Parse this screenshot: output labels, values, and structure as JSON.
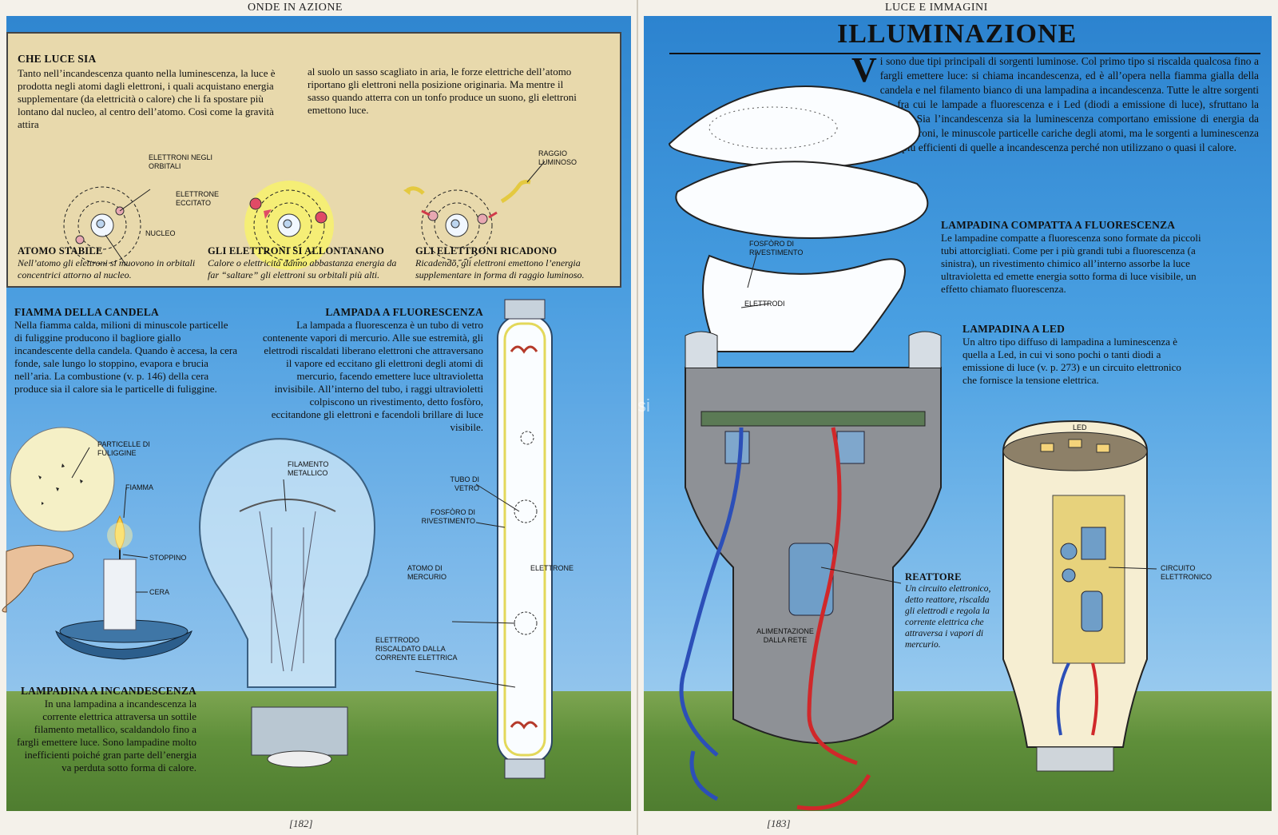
{
  "left_page": {
    "running_head": "ONDE IN AZIONE",
    "page_number": "[182]",
    "box": {
      "heading": "CHE LUCE SIA",
      "col1": "Tanto nell’incandescenza quanto nella luminescenza, la luce è prodotta negli atomi dagli elettroni, i quali acquistano energia supplementare (da elettricità o calore) che li fa spostare più lontano dal nucleo, al centro dell’atomo. Così come la gravità attira",
      "col2": "al suolo un sasso scagliato in aria, le forze elettriche dell’atomo riportano gli elettroni nella posizione originaria. Ma mentre il sasso quando atterra con un tonfo produce un suono, gli elettroni emettono luce.",
      "labels": {
        "elettroni": "ELETTRONI NEGLI ORBITALI",
        "nucleo": "NUCLEO",
        "eccitato": "ELETTRONE ECCITATO",
        "raggio": "RAGGIO LUMINOSO"
      },
      "captions": [
        {
          "title": "ATOMO STABILE",
          "text": "Nell’atomo gli elettroni si muovono in orbitali concentrici attorno al nucleo."
        },
        {
          "title": "GLI ELETTRONI SI ALLONTANANO",
          "text": "Calore o elettricità danno abbastanza energia da far “saltare” gli elettroni su orbitali più alti."
        },
        {
          "title": "GLI ELETTRONI RICADONO",
          "text": "Ricadendo, gli elettroni emettono l’energia supplementare in forma di raggio luminoso."
        }
      ]
    },
    "candle": {
      "heading": "FIAMMA DELLA CANDELA",
      "text": "Nella fiamma calda, milioni di minuscole particelle di fuliggine producono il bagliore giallo incandescente della candela. Quando è accesa, la cera fonde, sale lungo lo stoppino, evapora e brucia nell’aria. La combustione (v. p. 146) della cera produce sia il calore sia le particelle di fuliggine.",
      "labels": {
        "particelle": "PARTICELLE DI FULIGGINE",
        "fiamma": "FIAMMA",
        "stoppino": "STOPPINO",
        "cera": "CERA"
      }
    },
    "fluorescent": {
      "heading": "LAMPADA A FLUORESCENZA",
      "text": "La lampada a fluorescenza è un tubo di vetro contenente vapori di mercurio. Alle sue estremità, gli elettrodi riscaldati liberano elettroni che attraversano il vapore ed eccitano gli elettroni degli atomi di mercurio, facendo emettere luce ultravioletta invisibile. All’interno del tubo, i raggi ultravioletti colpiscono un rivestimento, detto fosfòro, eccitandone gli elettroni e facendoli brillare di luce visibile.",
      "labels": {
        "tubo": "TUBO DI VETRO",
        "fosforo": "FOSFÒRO DI RIVESTIMENTO",
        "elettrone": "ELETTRONE",
        "atomo": "ATOMO DI MERCURIO",
        "elettrodo": "ELETTRODO RISCALDATO DALLA CORRENTE ELETTRICA"
      }
    },
    "bulb": {
      "label_filamento": "FILAMENTO METALLICO",
      "heading": "LAMPADINA A INCANDESCENZA",
      "text": "In una lampadina a incandescenza la corrente elettrica attraversa un sottile filamento metallico, scaldandolo fino a fargli emettere luce. Sono lampadine molto inefficienti poiché gran parte dell’energia va perduta sotto forma di calore."
    }
  },
  "right_page": {
    "running_head": "LUCE E IMMAGINI",
    "page_number": "[183]",
    "title": "ILLUMINAZIONE",
    "drop_cap": "V",
    "intro": "i sono due tipi principali di sorgenti luminose. Col primo tipo si riscalda qualcosa fino a fargli emettere luce: si chiama incandescenza, ed è all’opera nella fiamma gialla della candela e nel filamento bianco di una lampadina a incandescenza. Tutte le altre sorgenti luminose, fra cui le lampade a fluorescenza e i Led (diodi a emissione di luce), sfruttano la luminescenza. Sia l’incandescenza sia la luminescenza comportano emissione di energia da parte degli elettroni, le minuscole particelle cariche degli atomi, ma le sorgenti a luminescenza sono molto più efficienti di quelle a incandescenza perché non utilizzano o quasi il calore.",
    "cfl": {
      "heading": "LAMPADINA COMPATTA A FLUORESCENZA",
      "text": "Le lampadine compatte a fluorescenza sono formate da piccoli tubi attorcigliati. Come per i più grandi tubi a fluorescenza (a sinistra), un rivestimento chimico all’interno assorbe la luce ultravioletta ed emette energia sotto forma di luce visibile, un effetto chiamato fluorescenza.",
      "labels": {
        "fosforo": "FOSFÒRO DI RIVESTIMENTO",
        "elettrodi": "ELETTRODI",
        "alimentazione": "ALIMENTAZIONE DALLA RETE"
      },
      "reattore_title": "REATTORE",
      "reattore_text": "Un circuito elettronico, detto reattore, riscalda gli elettrodi e regola la corrente elettrica che attraversa i vapori di mercurio."
    },
    "led": {
      "heading": "LAMPADINA A LED",
      "text": "Un altro tipo diffuso di lampadina a luminescenza è quella a Led, in cui vi sono pochi o tanti diodi a emissione di luce (v. p. 273) e un circuito elettronico che fornisce la tensione elettrica.",
      "labels": {
        "led": "LED",
        "circuito": "CIRCUITO ELETTRONICO"
      }
    },
    "watermark": "macrolibrarsi"
  },
  "colors": {
    "sky": "#3f95dc",
    "box": "#e8d9ac",
    "ground": "#5f8f3a",
    "wire_red": "#d0282a",
    "wire_blue": "#2c4fb8"
  }
}
